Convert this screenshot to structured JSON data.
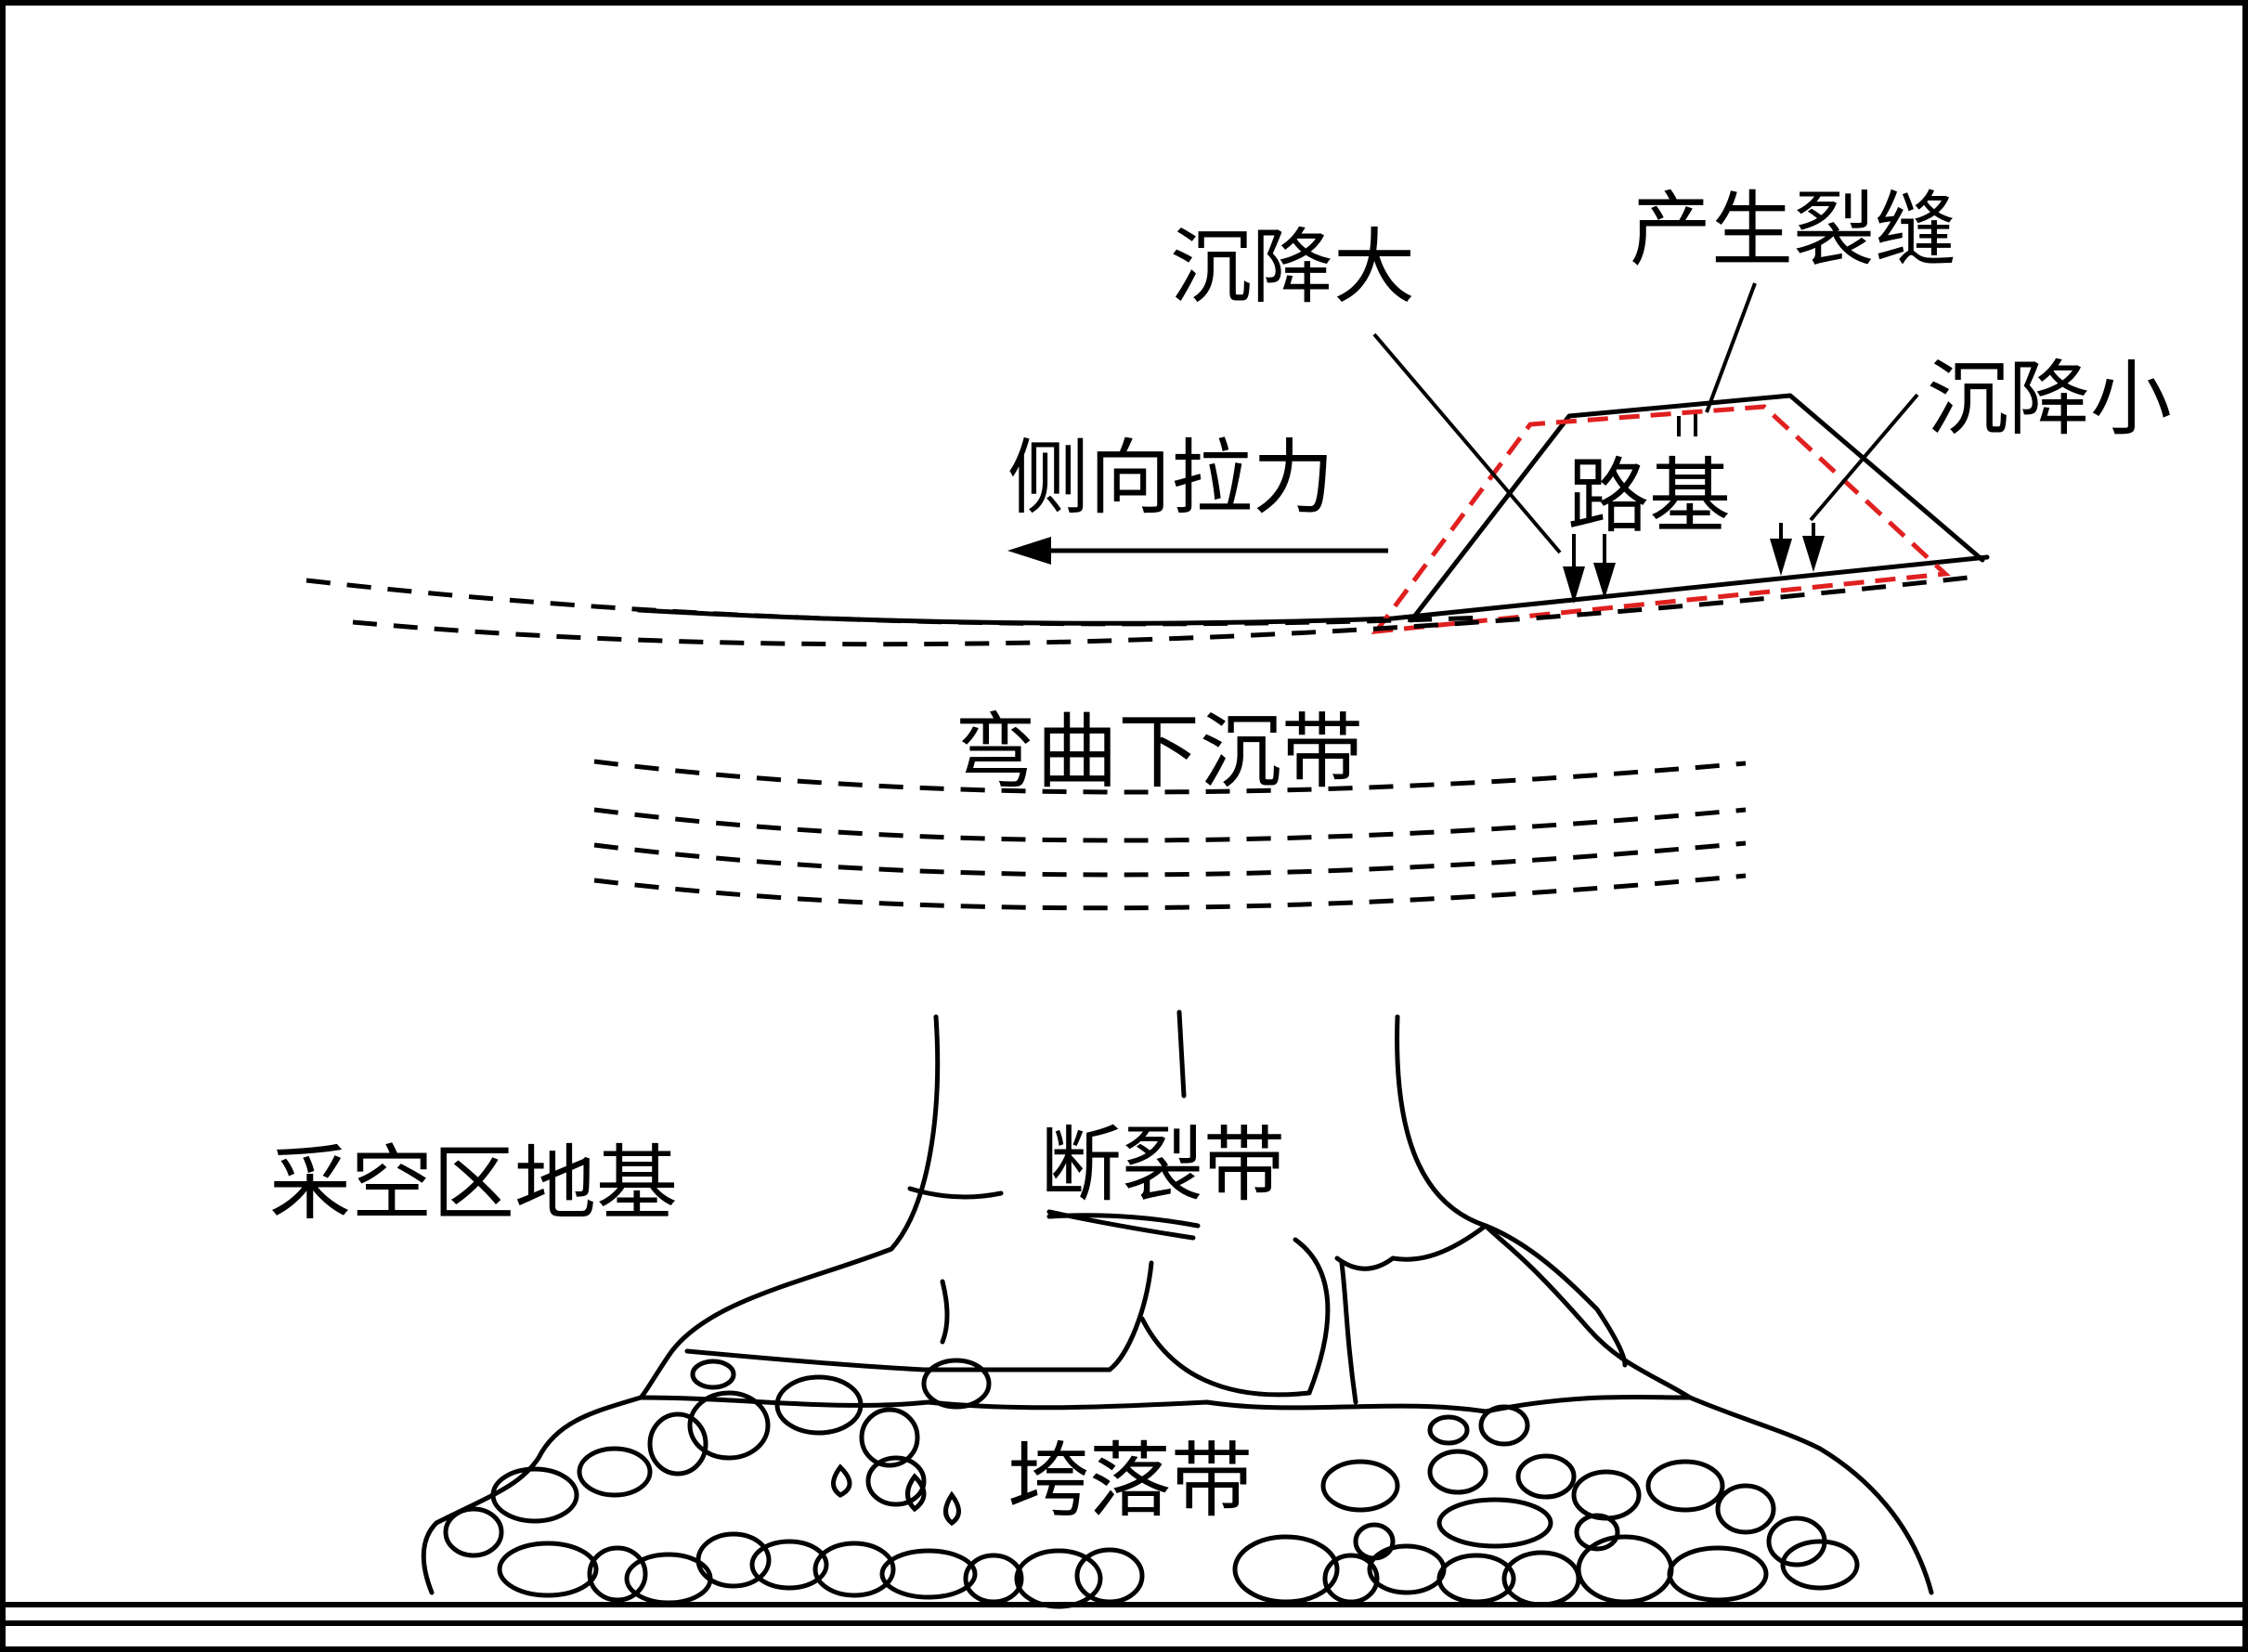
{
  "labels": {
    "subsidence_large": "沉降大",
    "crack": "产生裂缝",
    "subsidence_small": "沉降小",
    "lateral_tension": "侧向拉力",
    "roadbed": "路基",
    "bending_zone": "弯曲下沉带",
    "goaf_foundation": "采空区地基",
    "fracture_zone": "断裂带",
    "caving_zone": "垮落带"
  },
  "colors": {
    "outline": "#000000",
    "deformed_roadbed": "#e02020",
    "background": "#ffffff"
  }
}
